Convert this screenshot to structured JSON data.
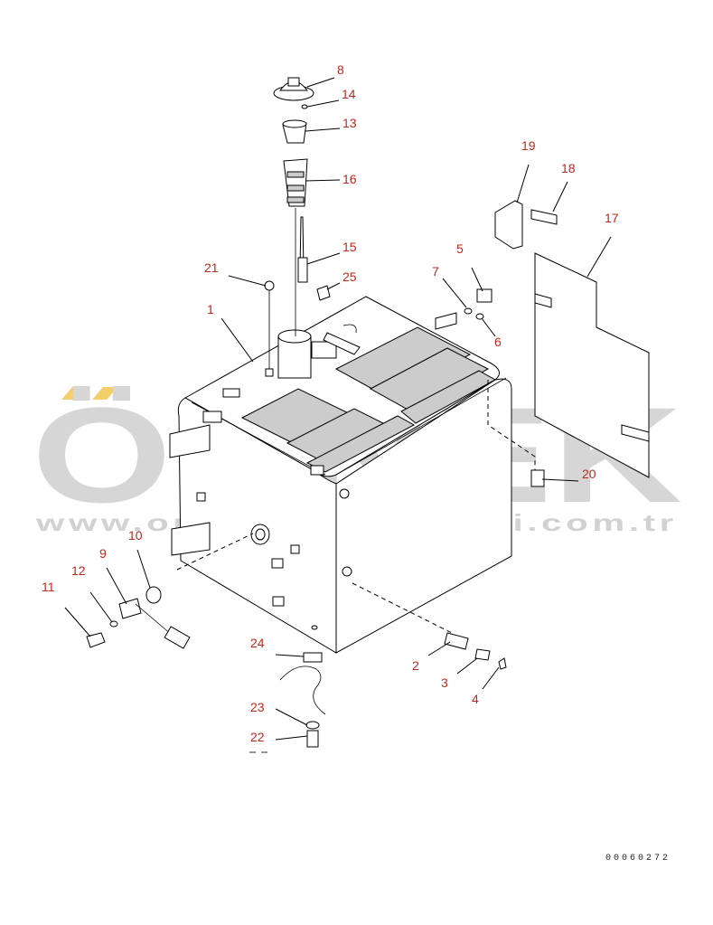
{
  "watermark": {
    "brand": "ÖRNEK",
    "url": "www.ornekismakinalari.com.tr",
    "accent_color": "#f3cf6c",
    "text_color": "#d6d6d6"
  },
  "document_number": "00060272",
  "callouts": {
    "c1": "1",
    "c2": "2",
    "c3": "3",
    "c4": "4",
    "c5": "5",
    "c6": "6",
    "c7": "7",
    "c8": "8",
    "c9": "9",
    "c10": "10",
    "c11": "11",
    "c12": "12",
    "c13": "13",
    "c14": "14",
    "c15": "15",
    "c16": "16",
    "c17": "17",
    "c18": "18",
    "c19": "19",
    "c20": "20",
    "c21": "21",
    "c22": "22",
    "c23": "23",
    "c24": "24",
    "c25": "25"
  },
  "colors": {
    "callout": "#c0281e",
    "line": "#000000"
  }
}
